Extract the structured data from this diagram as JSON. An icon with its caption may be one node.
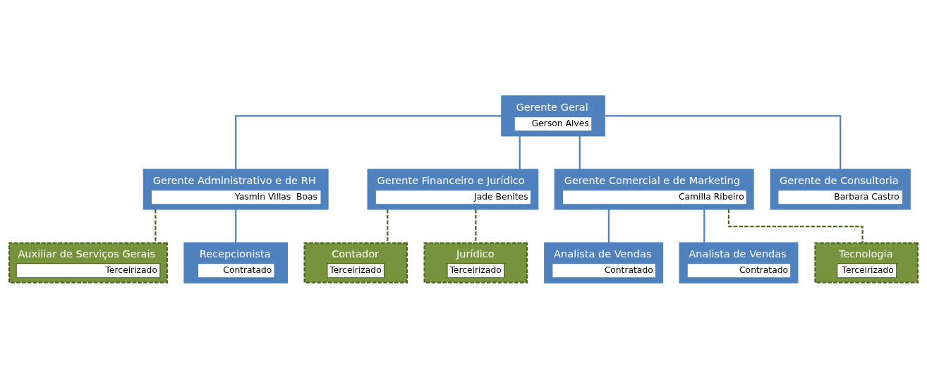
{
  "diagram": {
    "nodes": [
      {
        "text": [
          "Gerente Geral",
          "Gerson Alves"
        ]
      },
      {
        "text": [
          "Gerente Administrativo e de RH",
          "Yasmin Villas  Boas"
        ]
      },
      {
        "text": [
          "Gerente Financeiro e Jurídico",
          "Jade Benites"
        ]
      },
      {
        "text": [
          "Gerente Comercial e de Marketing",
          "Camilla Ribeiro"
        ]
      },
      {
        "text": [
          "Gerente de Consultoria",
          "Barbara Castro"
        ]
      },
      {
        "text": [
          "Auxiliar de Serviços Gerais",
          "Terceirizado"
        ]
      },
      {
        "text": [
          "Recepcionista",
          "Contratado"
        ]
      },
      {
        "text": [
          "Contador",
          "Terceirizado"
        ]
      },
      {
        "text": [
          "Jurídico",
          "Terceirizado"
        ]
      },
      {
        "text": [
          "Analista de Vendas",
          "Contratado"
        ]
      },
      {
        "text": [
          "Analista de Vendas",
          "Contratado"
        ]
      },
      {
        "text": [
          "Tecnologia",
          "Terceirizado"
        ]
      }
    ],
    "edges": [
      {
        "from": 0,
        "to": 1,
        "arrow": "none"
      },
      {
        "from": 0,
        "to": 2,
        "arrow": "none"
      },
      {
        "from": 0,
        "to": 3,
        "arrow": "none"
      },
      {
        "from": 0,
        "to": 4,
        "arrow": "none"
      },
      {
        "from": 1,
        "to": 5,
        "arrow": "none",
        "style": "dashed",
        "color": "#4f6228"
      },
      {
        "from": 1,
        "to": 6,
        "arrow": "none"
      },
      {
        "from": 2,
        "to": 7,
        "arrow": "none",
        "style": "dashed",
        "color": "#4f6228"
      },
      {
        "from": 2,
        "to": 8,
        "arrow": "none",
        "style": "dashed",
        "color": "#4f6228"
      },
      {
        "from": 3,
        "to": 9,
        "arrow": "none"
      },
      {
        "from": 3,
        "to": 10,
        "arrow": "none"
      },
      {
        "from": 3,
        "to": 11,
        "arrow": "none",
        "style": "dashed",
        "color": "#4f6228"
      }
    ]
  }
}
